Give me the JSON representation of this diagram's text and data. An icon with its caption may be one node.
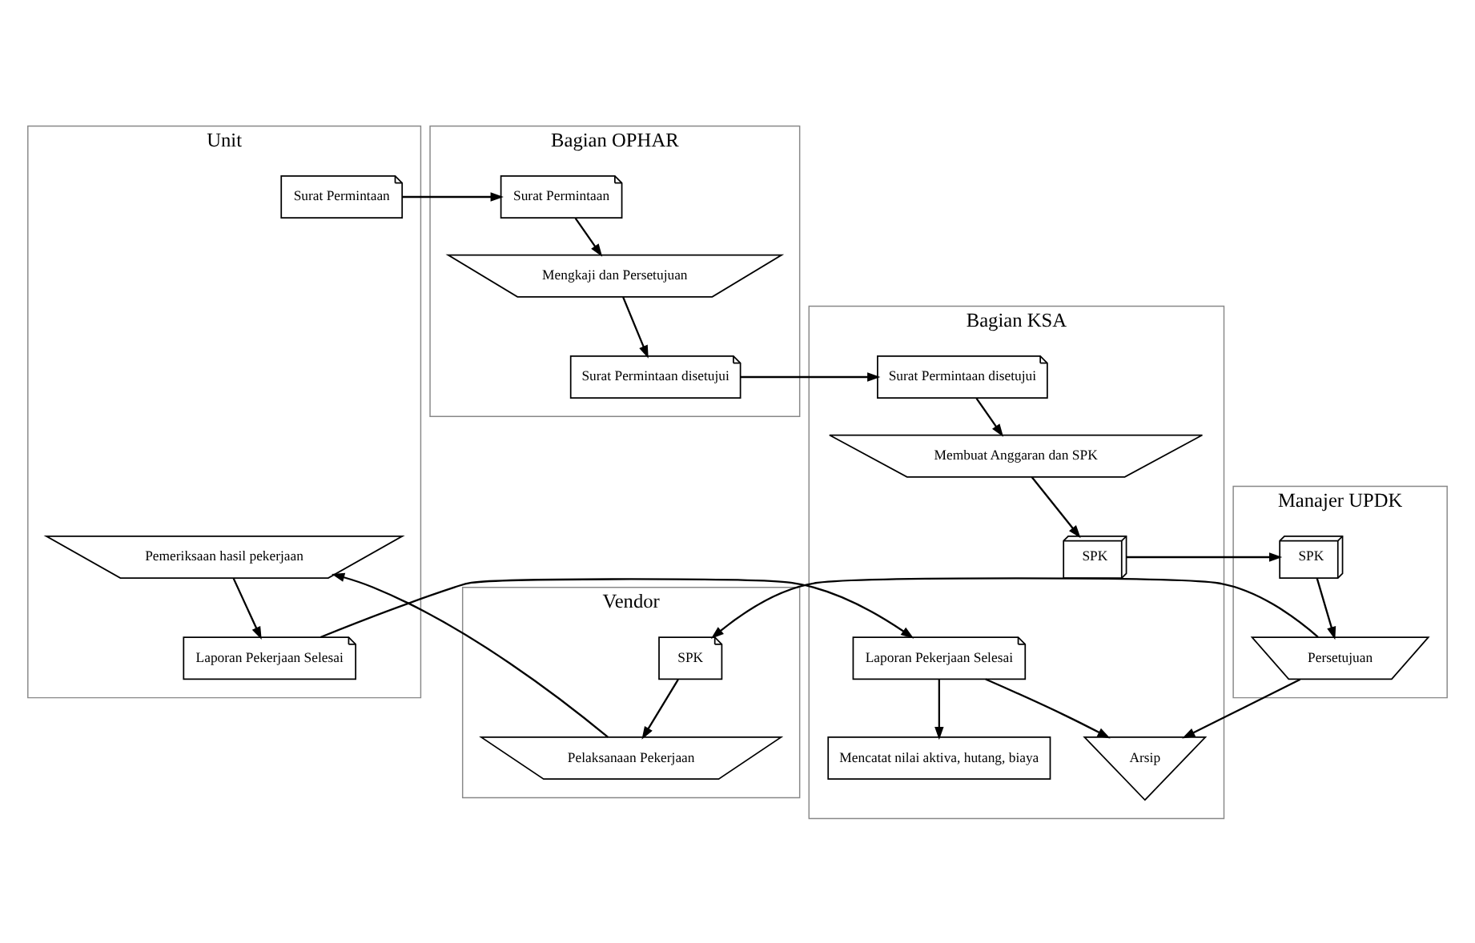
{
  "diagram": {
    "nodes": [
      {
        "text": [
          "Unit"
        ]
      },
      {
        "text": [
          "Bagian OPHAR"
        ]
      },
      {
        "text": [
          "Bagian KSA"
        ]
      },
      {
        "text": [
          "Manajer UPDK"
        ]
      },
      {
        "text": [
          "Vendor"
        ]
      },
      {
        "text": [
          "Surat Permintaan"
        ],
        "in": 0
      },
      {
        "text": [
          "Pemeriksaan hasil pekerjaan"
        ],
        "in": 0
      },
      {
        "text": [
          "Laporan Pekerjaan Selesai"
        ],
        "in": 0
      },
      {
        "text": [
          "Surat Permintaan"
        ],
        "in": 1
      },
      {
        "text": [
          "Mengkaji dan Persetujuan"
        ],
        "in": 1
      },
      {
        "text": [
          "Surat Permintaan disetujui"
        ],
        "in": 1
      },
      {
        "text": [
          "Surat Permintaan disetujui"
        ],
        "in": 2
      },
      {
        "text": [
          "Membuat Anggaran dan SPK"
        ],
        "in": 2
      },
      {
        "text": [
          "SPK"
        ],
        "in": 2
      },
      {
        "text": [
          "Laporan Pekerjaan Selesai"
        ],
        "in": 2
      },
      {
        "text": [
          "Mencatat nilai aktiva, hutang, biaya"
        ],
        "in": 2
      },
      {
        "text": [
          "Arsip"
        ],
        "in": 2
      },
      {
        "text": [
          "SPK"
        ],
        "in": 3
      },
      {
        "text": [
          "Persetujuan"
        ],
        "in": 3
      },
      {
        "text": [
          "SPK"
        ],
        "in": 4
      },
      {
        "text": [
          "Pelaksanaan Pekerjaan"
        ],
        "in": 4
      }
    ],
    "edges": [
      {
        "from": 5,
        "to": 8,
        "arrow": "to"
      },
      {
        "from": 8,
        "to": 9,
        "arrow": "to"
      },
      {
        "from": 9,
        "to": 10,
        "arrow": "to"
      },
      {
        "from": 10,
        "to": 11,
        "arrow": "to"
      },
      {
        "from": 11,
        "to": 12,
        "arrow": "to"
      },
      {
        "from": 12,
        "to": 13,
        "arrow": "to"
      },
      {
        "from": 13,
        "to": 17,
        "arrow": "to"
      },
      {
        "from": 17,
        "to": 18,
        "arrow": "to"
      },
      {
        "from": 18,
        "to": 19,
        "arrow": "to"
      },
      {
        "from": 18,
        "to": 16,
        "arrow": "to"
      },
      {
        "from": 19,
        "to": 20,
        "arrow": "to"
      },
      {
        "from": 20,
        "to": 6,
        "arrow": "to"
      },
      {
        "from": 6,
        "to": 7,
        "arrow": "to"
      },
      {
        "from": 7,
        "to": 14,
        "arrow": "to"
      },
      {
        "from": 14,
        "to": 15,
        "arrow": "to"
      },
      {
        "from": 14,
        "to": 16,
        "arrow": "to"
      }
    ]
  }
}
